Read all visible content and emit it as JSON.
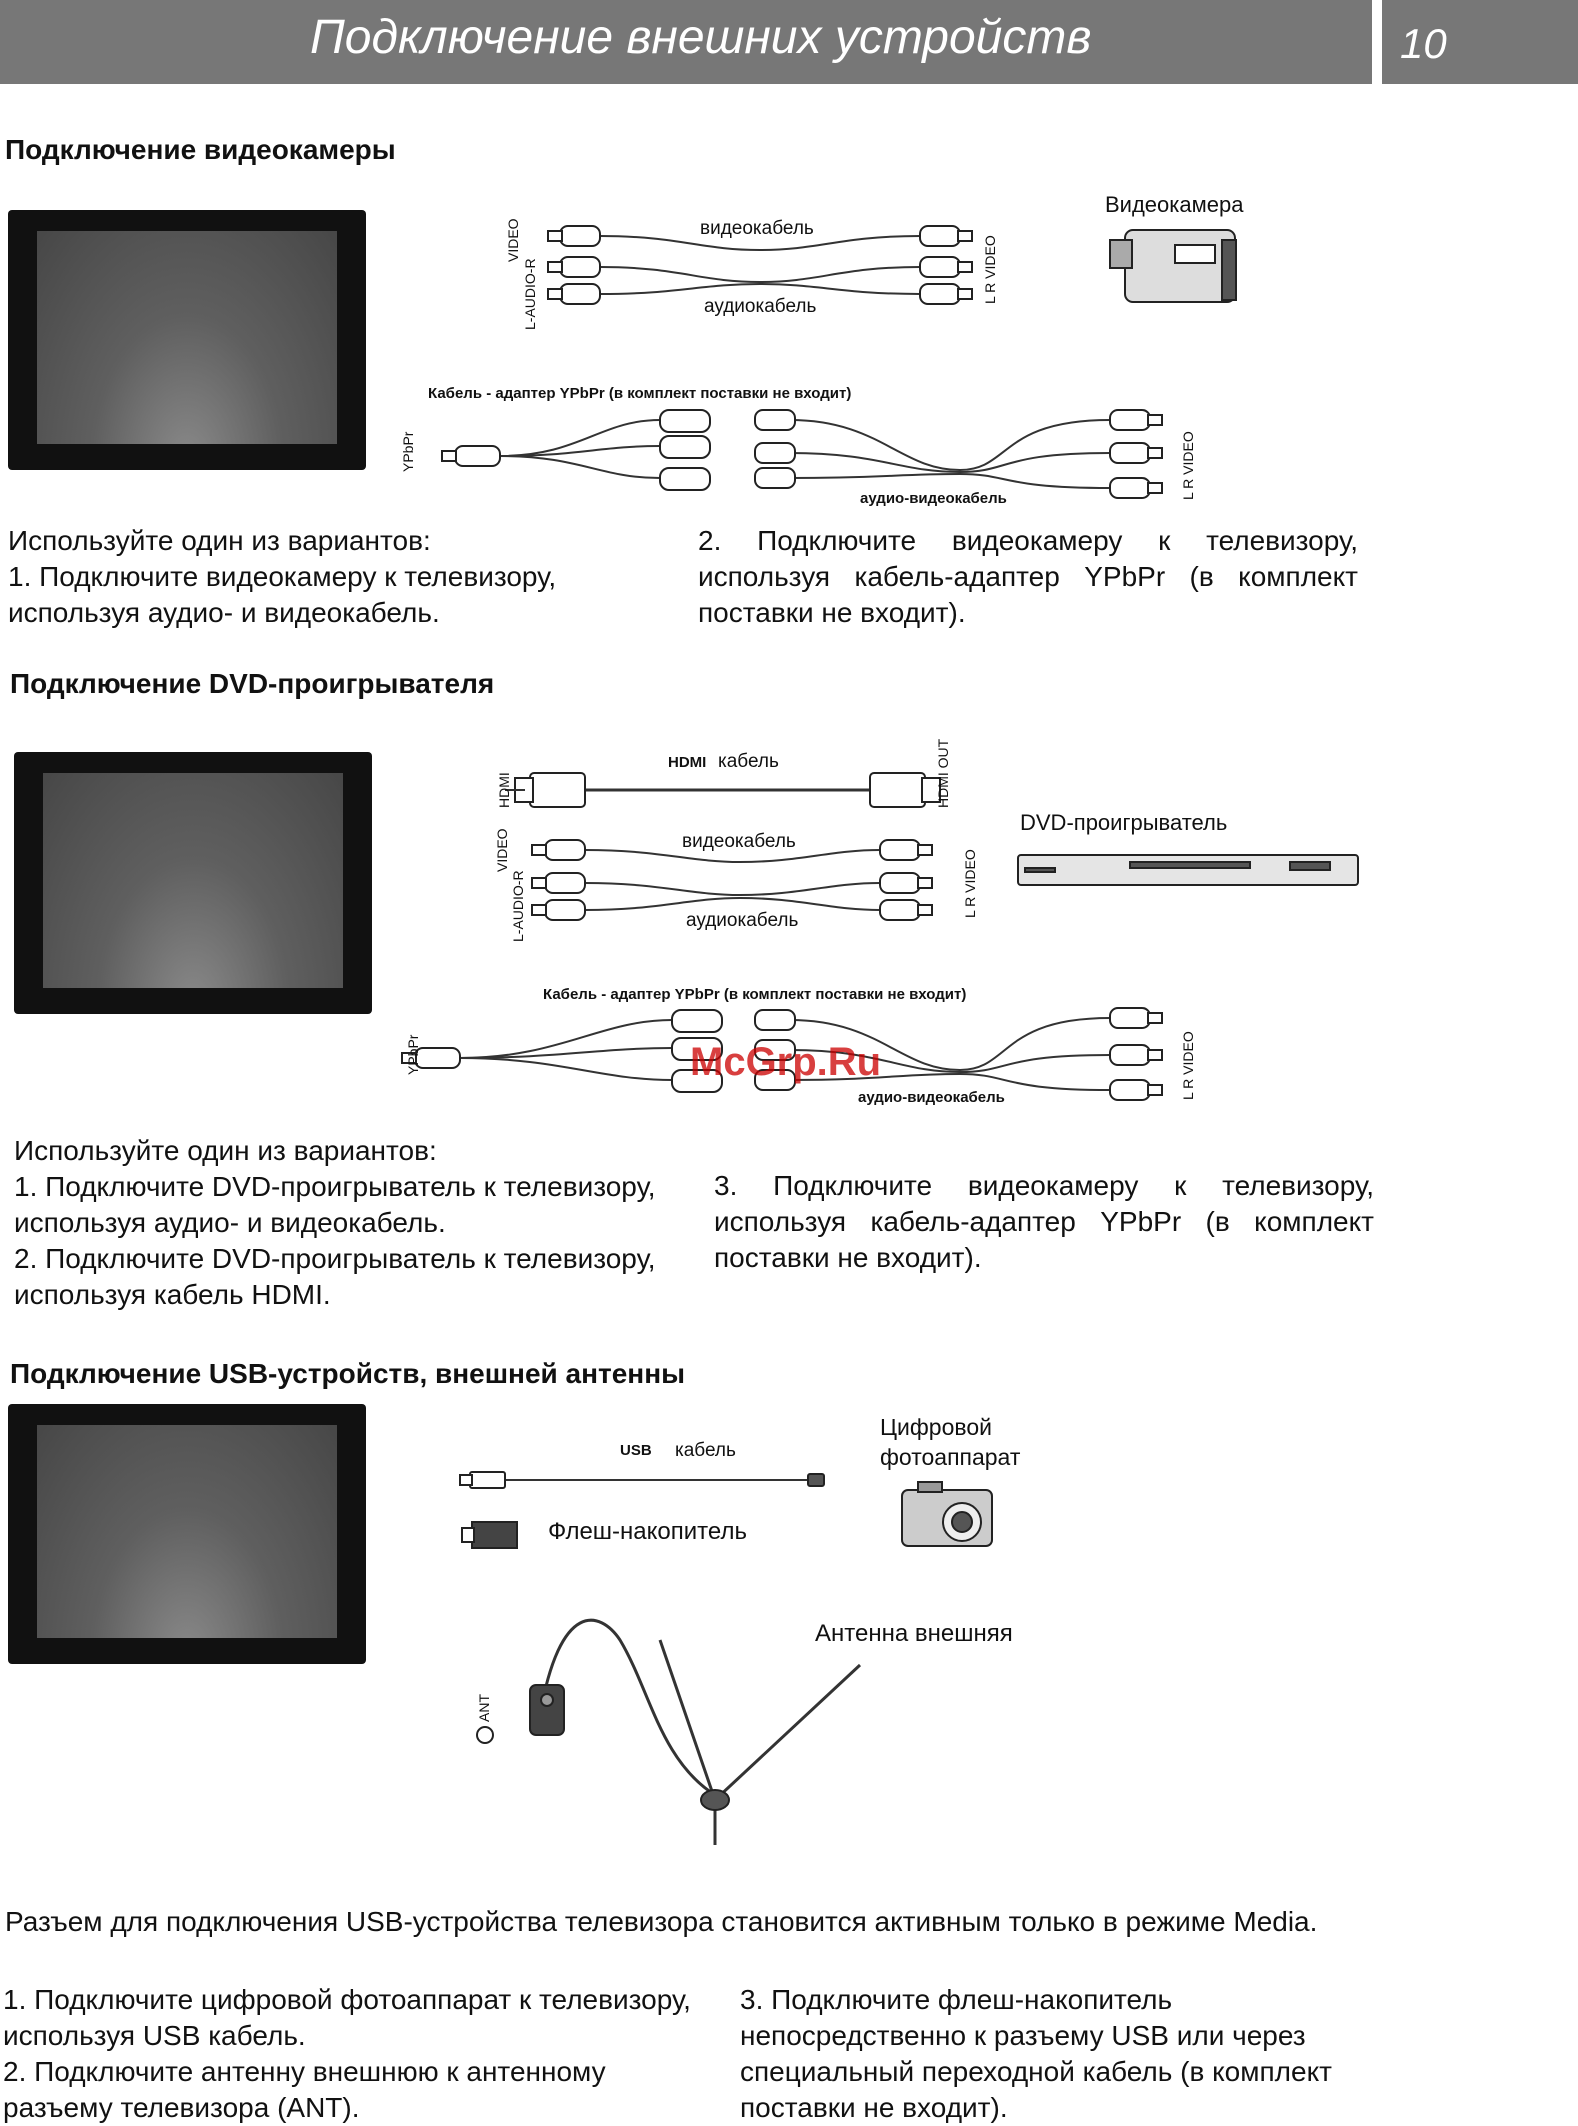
{
  "header": {
    "title": "Подключение внешних устройств",
    "page_number": "10"
  },
  "camcorder": {
    "heading": "Подключение видеокамеры",
    "device_label": "Видеокамера",
    "video_cable": "видеокабель",
    "audio_cable": "аудиокабель",
    "adapter_caption": "Кабель - адаптер YPbPr (в комплект поставки не входит)",
    "av_cable": "аудио-видеокабель",
    "port_video": "VIDEO",
    "port_audio": "L-AUDIO-R",
    "port_ypbpr": "YPbPr",
    "out_labels": "L   R  VIDEO",
    "text_left": "Используйте один из вариантов:\n1. Подключите видеокамеру  к телевизору, используя аудио- и видеокабель.",
    "text_right": "2. Подключите видеокамеру к телевизору, используя кабель-адаптер YPbPr (в комплект поставки не входит)."
  },
  "dvd": {
    "heading": "Подключение DVD-проигрывателя",
    "device_label": "DVD-проигрыватель",
    "hdmi_label": "HDMI",
    "hdmi_cable": "кабель",
    "hdmi_out": "HDMI OUT",
    "video_cable": "видеокабель",
    "audio_cable": "аудиокабель",
    "adapter_caption": "Кабель - адаптер YPbPr (в комплект поставки не входит)",
    "av_cable": "аудио-видеокабель",
    "text_left": "Используйте один из вариантов:\n1. Подключите DVD-проигрыватель к телевизору, используя аудио- и видеокабель.\n2. Подключите DVD-проигрыватель к телевизору, используя кабель HDMI.",
    "text_right": "3. Подключите видеокамеру к телевизору, используя кабель-адаптер YPbPr (в комплект поставки не входит)."
  },
  "usb": {
    "heading": "Подключение USB-устройств, внешней антенны",
    "usb_label": "USB",
    "usb_cable": "кабель",
    "flash_label": "Флеш-накопитель",
    "camera_label_1": "Цифровой",
    "camera_label_2": "фотоаппарат",
    "antenna_label": "Антенна внешняя",
    "ant_port": "ANT",
    "note": "Разъем для подключения USB-устройства телевизора становится активным только в режиме Media.",
    "text_left": "1. Подключите цифровой фотоаппарат к телевизору, используя USB кабель.\n2. Подключите антенну внешнюю к антенному разъему телевизора (ANT).",
    "text_right": "3. Подключите флеш-накопитель непосредственно к разъему USB или через специальный переходной кабель (в комплект поставки не входит)."
  },
  "watermark": "McGrp.Ru"
}
